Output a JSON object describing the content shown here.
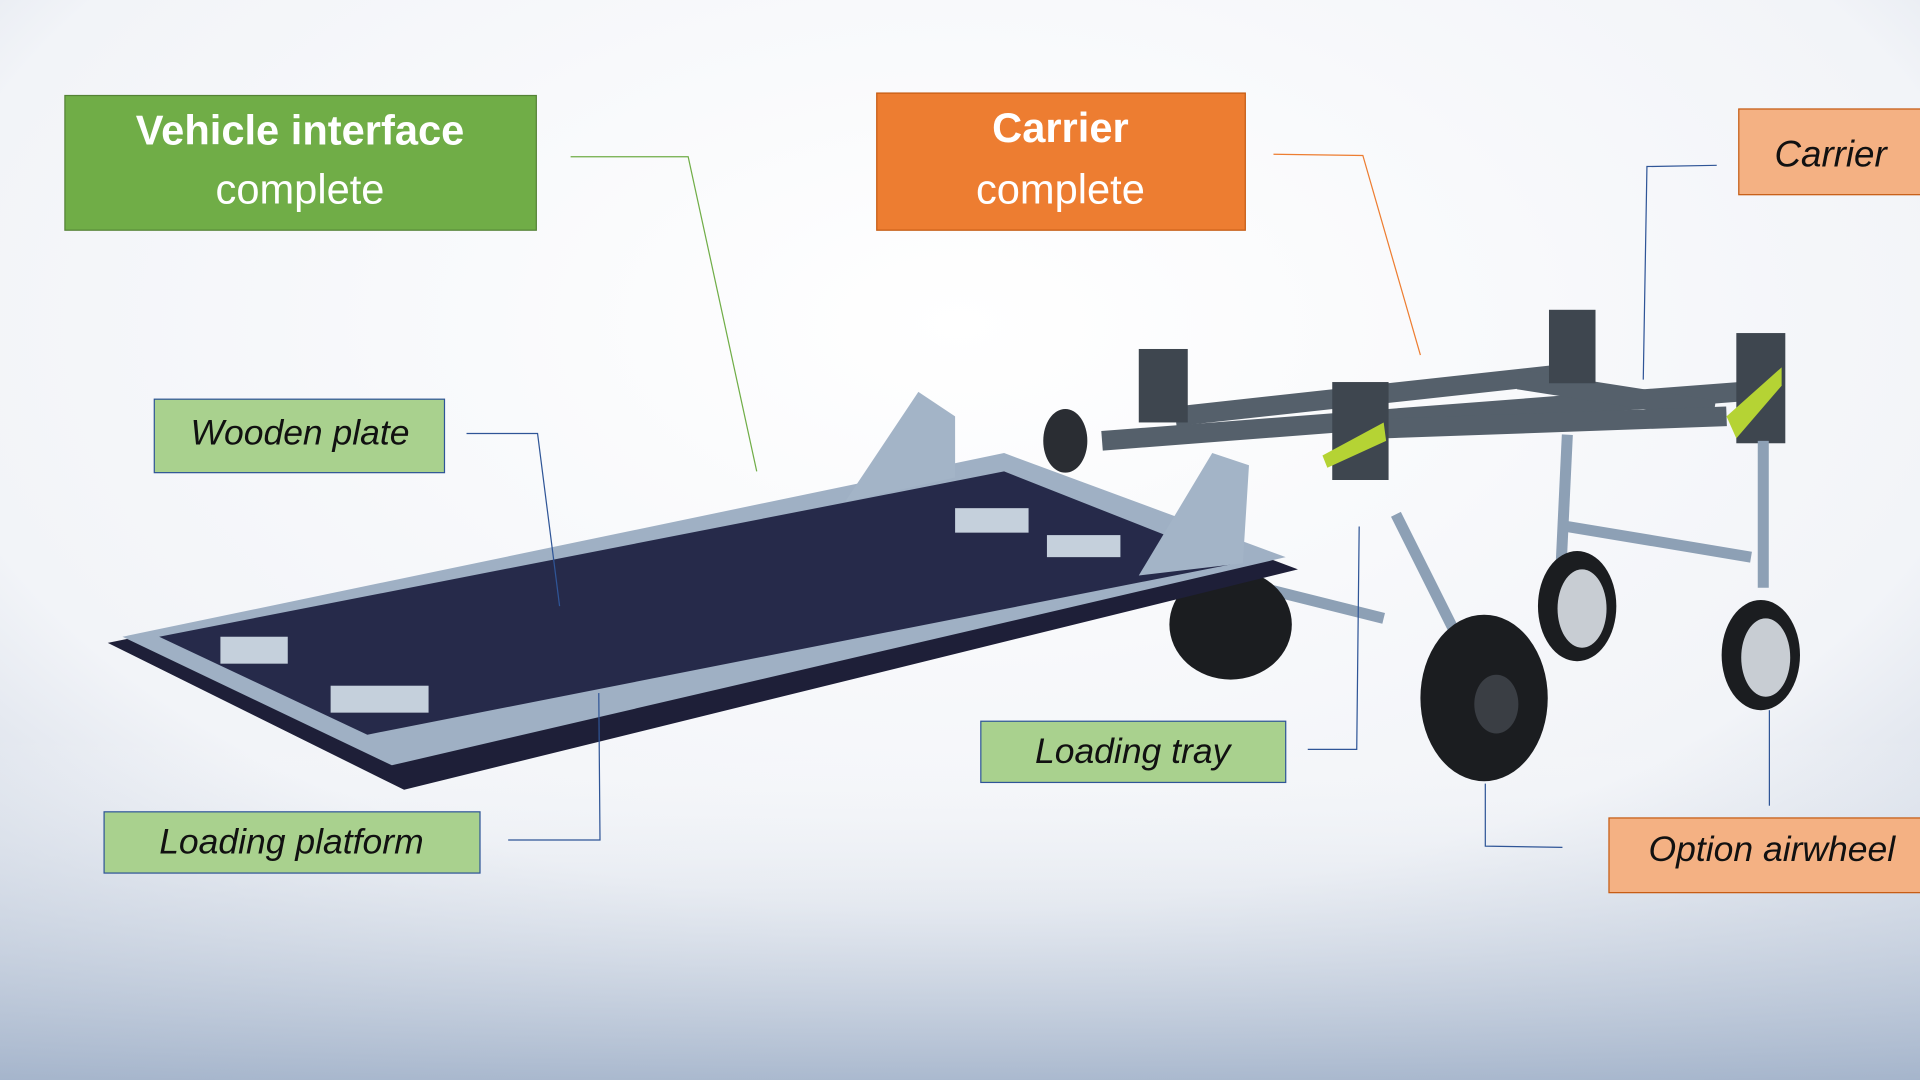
{
  "labels": {
    "vehicle_interface": {
      "title": "Vehicle interface",
      "subtitle": "complete"
    },
    "carrier_complete": {
      "title": "Carrier",
      "subtitle": "complete"
    },
    "carrier": "Carrier",
    "wooden_plate": "Wooden plate",
    "loading_tray": "Loading tray",
    "loading_platform": "Loading platform",
    "option_airwheel": "Option airwheel"
  },
  "colors": {
    "green_dark": "#70ad47",
    "green_light": "#a9d18e",
    "orange_dark": "#ed7d31",
    "orange_light": "#f4b183",
    "leader_blue": "#2f5597"
  }
}
